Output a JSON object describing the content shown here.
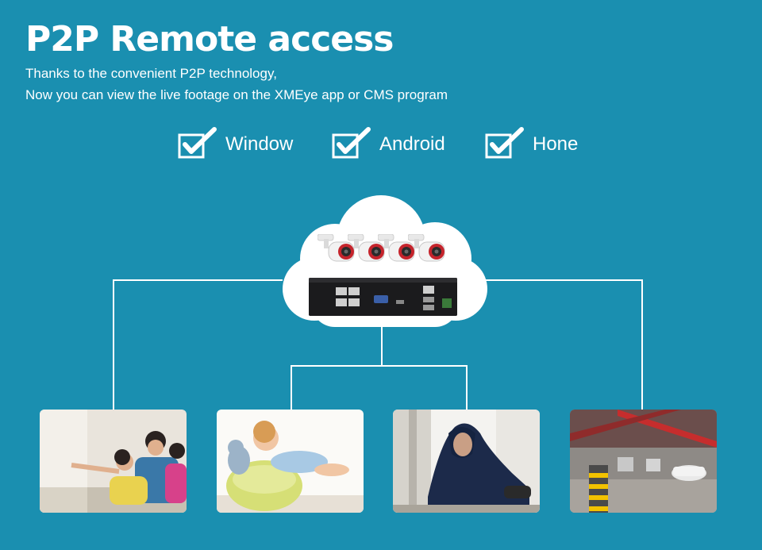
{
  "header": {
    "title": "P2P Remote access",
    "subtitle_line1": "Thanks to the convenient P2P technology,",
    "subtitle_line2": "Now you can view the live footage on the XMEye app or CMS program"
  },
  "platforms": [
    {
      "label": "Window"
    },
    {
      "label": "Android"
    },
    {
      "label": "Hone"
    }
  ],
  "colors": {
    "background": "#1a8fb0",
    "text": "#ffffff",
    "lines": "#ffffff"
  },
  "scenes": [
    {
      "icon": "family-watching-tv-photo"
    },
    {
      "icon": "baby-on-beanbag-photo"
    },
    {
      "icon": "burglar-at-window-photo"
    },
    {
      "icon": "parking-garage-photo"
    }
  ]
}
